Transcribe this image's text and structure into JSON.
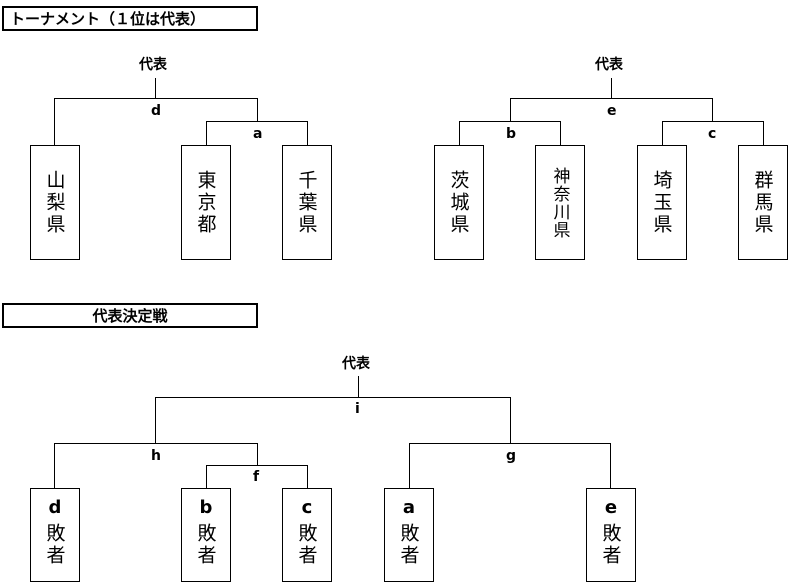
{
  "tournament": {
    "header": "トーナメント（１位は代表）",
    "left": {
      "winner_label": "代表",
      "match_top": "d",
      "match_sub": "a",
      "teams": [
        "山梨県",
        "東京都",
        "千葉県"
      ]
    },
    "right": {
      "winner_label": "代表",
      "match_top": "e",
      "match_left": "b",
      "match_right": "c",
      "teams": [
        "茨城県",
        "神奈川県",
        "埼玉県",
        "群馬県"
      ]
    }
  },
  "final": {
    "header": "代表決定戦",
    "winner_label": "代表",
    "match_top": "i",
    "match_left": "h",
    "match_sub": "f",
    "match_right": "g",
    "loser_suffix": "敗者",
    "entrants": [
      "d",
      "b",
      "c",
      "a",
      "e"
    ]
  }
}
